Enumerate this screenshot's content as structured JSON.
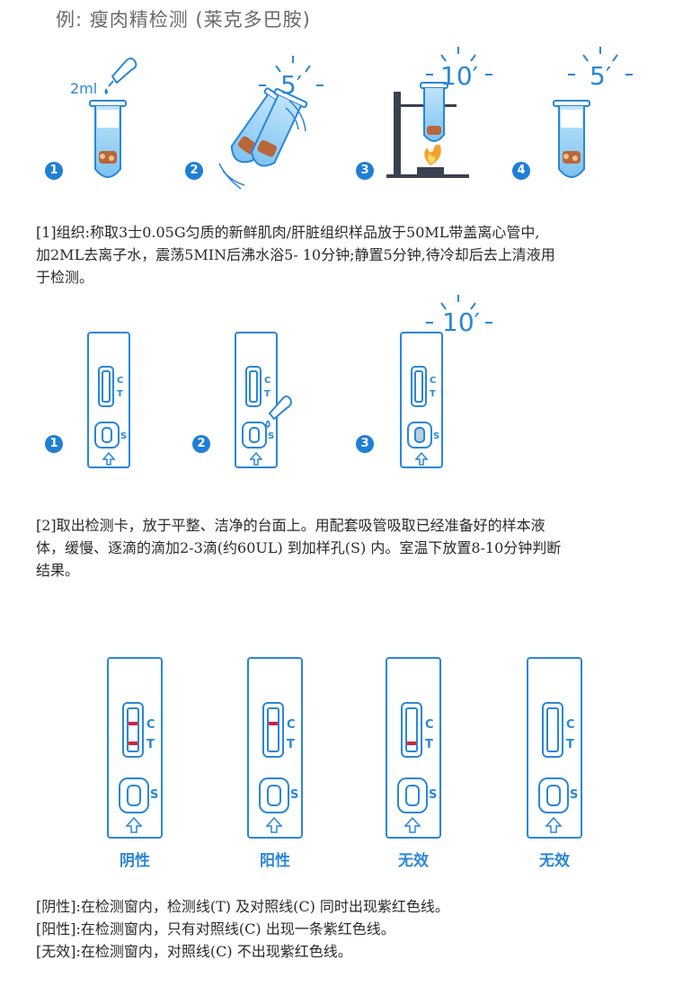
{
  "title": "例: 瘦肉精检测 (莱克多巴胺)",
  "step1": {
    "volume_label": "2ml",
    "numbers": [
      "1",
      "2",
      "3",
      "4"
    ],
    "timers": [
      "5′",
      "10′",
      "5′"
    ],
    "paragraph_lines": [
      "[1]组织:称取3士0.05G匀质的新鲜肌肉/肝脏组织样品放于50ML带盖离心管中,",
      "加2ML去离子水，震荡5MIN后沸水浴5- 10分钟;静置5分钟,待冷却后去上清液用",
      "于检测。"
    ]
  },
  "step2": {
    "numbers": [
      "1",
      "2",
      "3"
    ],
    "timer": "10′",
    "card_c": "C",
    "card_t": "T",
    "card_s": "S",
    "paragraph_lines": [
      "[2]取出检测卡，放于平整、洁净的台面上。用配套吸管吸取已经准备好的样本液",
      "体，缓慢、逐滴的滴加2-3滴(约60UL) 到加样孔(S) 内。室温下放置8-10分钟判断",
      "结果。"
    ]
  },
  "results": {
    "labels": [
      "阴性",
      "阳性",
      "无效",
      "无效"
    ],
    "notes": [
      "[阴性]:在检测窗内，检测线(T) 及对照线(C) 同时出现紫红色线。",
      "[阳性]:在检测窗内，只有对照线(C) 出现一条紫红色线。",
      "[无效]:在检测窗内，对照线(C) 不出现紫红色线。"
    ]
  },
  "colors": {
    "accent": "#2a86d8",
    "line_red": "#d4213d",
    "text": "#2a2a2a"
  }
}
